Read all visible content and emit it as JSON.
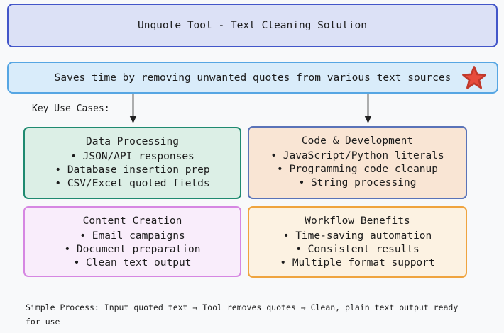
{
  "page": {
    "bg": "#f8f9fa",
    "text_color": "#1c1c1c"
  },
  "title_box": {
    "text": "Unquote Tool - Text Cleaning Solution",
    "bg": "#dce1f6",
    "border": "#4356c9"
  },
  "subtitle_box": {
    "text": "Saves time by removing unwanted quotes from various text sources",
    "bg": "#d9ecfa",
    "border": "#56a6e3",
    "star_fill": "#e74c3c",
    "star_stroke": "#c0392b"
  },
  "key_use_cases": {
    "label": "Key Use Cases:",
    "arrow_color": "#222222"
  },
  "use_case_cards": [
    {
      "title": "Data Processing",
      "items": [
        "JSON/API responses",
        "Database insertion prep",
        "CSV/Excel quoted fields"
      ],
      "bg": "#dcefe6",
      "border": "#1f8a70"
    },
    {
      "title": "Code & Development",
      "items": [
        "JavaScript/Python literals",
        "Programming code cleanup",
        "String processing"
      ],
      "bg": "#f9e5d4",
      "border": "#5a73b8"
    },
    {
      "title": "Content Creation",
      "items": [
        "Email campaigns",
        "Document preparation",
        "Clean text output"
      ],
      "bg": "#f9edfb",
      "border": "#d687e2"
    },
    {
      "title": "Workflow Benefits",
      "items": [
        "Time-saving automation",
        "Consistent results",
        "Multiple format support"
      ],
      "bg": "#fcf2e2",
      "border": "#efa43f"
    }
  ],
  "process_note": "Simple Process: Input quoted text → Tool removes quotes → Clean, plain text output ready for use"
}
